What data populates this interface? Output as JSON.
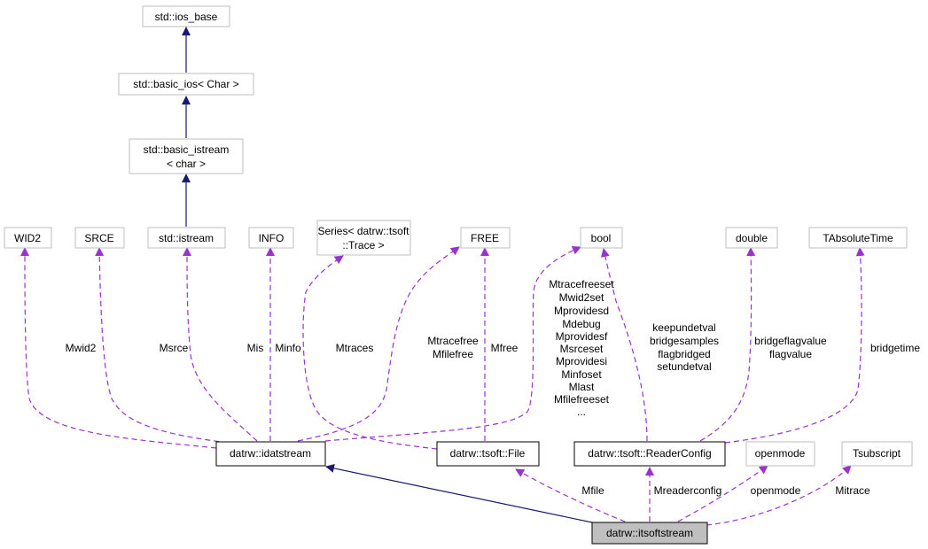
{
  "diagram": {
    "nodes": {
      "ios_base": [
        "std::ios_base"
      ],
      "basic_ios": [
        "std::basic_ios< Char >"
      ],
      "basic_istream": [
        "std::basic_istream",
        "< char >"
      ],
      "istream": [
        "std::istream"
      ],
      "wid2": [
        "WID2"
      ],
      "srce": [
        "SRCE"
      ],
      "info": [
        "INFO"
      ],
      "series": [
        "Series< datrw::tsoft",
        "::Trace >"
      ],
      "free": [
        "FREE"
      ],
      "bool": [
        "bool"
      ],
      "double": [
        "double"
      ],
      "tabsolutetime": [
        "TAbsoluteTime"
      ],
      "idatstream": [
        "datrw::idatstream"
      ],
      "tsoft_file": [
        "datrw::tsoft::File"
      ],
      "readerconfig": [
        "datrw::tsoft::ReaderConfig"
      ],
      "openmode": [
        "openmode"
      ],
      "tsubscript": [
        "Tsubscript"
      ],
      "itsoftstream": [
        "datrw::itsoftstream"
      ]
    },
    "edge_labels": {
      "mwid2": [
        "Mwid2"
      ],
      "msrce": [
        "Msrce"
      ],
      "mis": [
        "Mis"
      ],
      "minfo": [
        "Minfo"
      ],
      "mtraces": [
        "Mtraces"
      ],
      "mtracefree": [
        "Mtracefree",
        "Mfilefree"
      ],
      "mfree": [
        "Mfree"
      ],
      "bool_members": [
        "Mtracefreeset",
        "Mwid2set",
        "Mprovidesd",
        "Mdebug",
        "Mprovidesf",
        "Msrceset",
        "Mprovidesi",
        "Minfoset",
        "Mlast",
        "Mfilefreeset",
        "..."
      ],
      "readerconfig_bool": [
        "keepundetval",
        "bridgesamples",
        "flagbridged",
        "setundetval"
      ],
      "bridgeflag": [
        "bridgeflagvalue",
        "flagvalue"
      ],
      "bridgetime": [
        "bridgetime"
      ],
      "mfile": [
        "Mfile"
      ],
      "mreaderconfig": [
        "Mreaderconfig"
      ],
      "openmode_label": [
        "openmode"
      ],
      "mitrace": [
        "Mitrace"
      ]
    },
    "colors": {
      "inheritance": "#191970",
      "usage": "#9a32cd",
      "focus_fill": "#bfbfbf",
      "node_border": "#bfbfbf"
    }
  }
}
